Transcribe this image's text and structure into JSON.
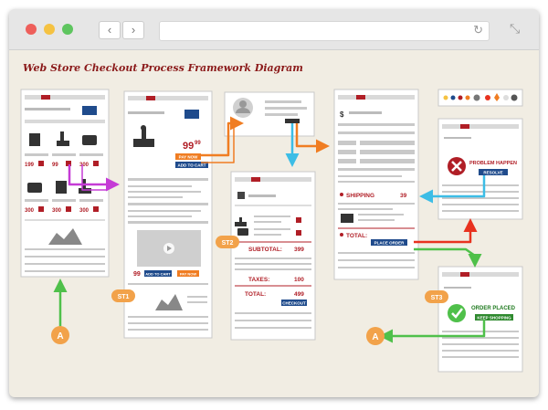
{
  "window": {
    "nav_back": "‹",
    "nav_forward": "›",
    "reload_icon": "↻",
    "expand_icon": "⤡",
    "dot_colors": [
      "#ee5f5b",
      "#f5c242",
      "#5ec55f"
    ]
  },
  "diagram": {
    "title": "Web Store Checkout Process Framework Diagram",
    "stage_labels": {
      "st1": "ST1",
      "st2": "ST2",
      "st3": "ST3"
    },
    "start_label": "A",
    "end_label": "A",
    "product_page": {
      "price": "99",
      "price_cents": "99",
      "pay_now": "PAY NOW",
      "add_to_cart": "ADD TO CART"
    },
    "catalog_prices": [
      "199",
      "99",
      "300",
      "300",
      "300",
      "300"
    ],
    "second_product": {
      "price": "99",
      "add_to_cart": "ADD TO CART",
      "pay_now": "PAY NOW"
    },
    "cart_page": {
      "subtotal_label": "SUBTOTAL:",
      "subtotal_value": "399",
      "taxes_label": "TAXES:",
      "taxes_value": "100",
      "total_label": "TOTAL:",
      "total_value": "499",
      "checkout": "CHECKOUT"
    },
    "review_page": {
      "shipping_label": "SHIPPING",
      "shipping_value": "39",
      "total_label": "TOTAL:",
      "place_order": "PLACE ORDER"
    },
    "problem_page": {
      "title": "PROBLEM HAPPEN",
      "resolve": "RESOLVE"
    },
    "placed_page": {
      "title": "ORDER PLACED",
      "keep_shopping": "KEEP SHOPPING"
    },
    "colors": {
      "accent": "#b01e26",
      "orange": "#f07d22",
      "magenta": "#c53bd6",
      "blue": "#3cbde6",
      "green": "#4fc04a",
      "red": "#e8321f",
      "stage": "#f2a24a",
      "title": "#8b1a1a"
    }
  }
}
